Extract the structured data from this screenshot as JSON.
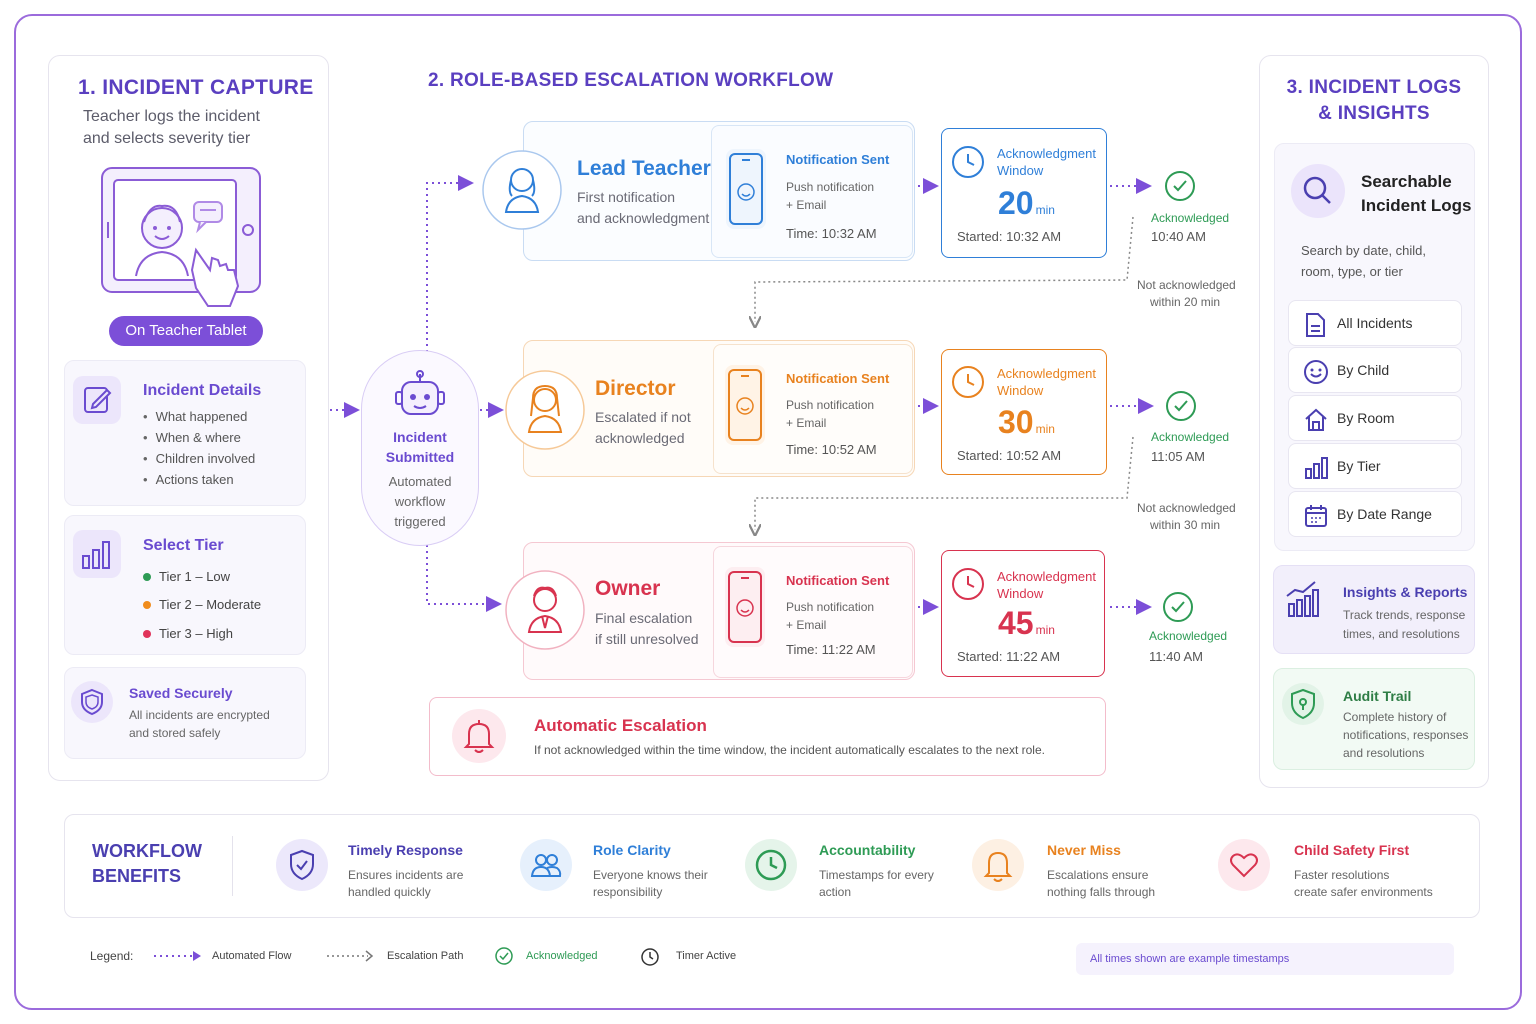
{
  "colors": {
    "accent": "#6a4bd0",
    "lead": "#2f7fd8",
    "director": "#e8821f",
    "owner": "#d8334f",
    "ack_green": "#2e9b55"
  },
  "capture": {
    "title": "1. INCIDENT CAPTURE",
    "subtitle_line1": "Teacher logs the incident",
    "subtitle_line2": "and selects severity tier",
    "tablet_label": "On Teacher Tablet",
    "details": {
      "title": "Incident Details",
      "items": [
        "What happened",
        "When & where",
        "Children involved",
        "Actions taken"
      ]
    },
    "tier": {
      "title": "Select Tier",
      "items": [
        {
          "label": "Tier 1 – Low",
          "color": "#2e9b55"
        },
        {
          "label": "Tier 2 – Moderate",
          "color": "#f08c1d"
        },
        {
          "label": "Tier 3 – High",
          "color": "#e0335a"
        }
      ]
    },
    "saved": {
      "title": "Saved Securely",
      "line1": "All incidents are encrypted",
      "line2": "and stored safely"
    }
  },
  "hub": {
    "title_line1": "Incident",
    "title_line2": "Submitted",
    "desc_line1": "Automated",
    "desc_line2": "workflow",
    "desc_line3": "triggered"
  },
  "workflow": {
    "title": "2. ROLE-BASED ESCALATION WORKFLOW",
    "roles": [
      {
        "name": "Lead Teacher",
        "desc_line1": "First notification",
        "desc_line2": "and acknowledgment",
        "notif_title": "Notification Sent",
        "notif_line1": "Push notification",
        "notif_line2": "+ Email",
        "notif_time": "Time: 10:32 AM",
        "ack_title_line1": "Acknowledgment",
        "ack_title_line2": "Window",
        "ack_value": "20",
        "ack_unit": "min",
        "ack_started": "Started:  10:32 AM",
        "ack_label": "Acknowledged",
        "ack_time": "10:40 AM",
        "escalate_line1": "Not acknowledged",
        "escalate_line2": "within 20 min"
      },
      {
        "name": "Director",
        "desc_line1": "Escalated if not",
        "desc_line2": "acknowledged",
        "notif_title": "Notification Sent",
        "notif_line1": "Push notification",
        "notif_line2": "+ Email",
        "notif_time": "Time: 10:52 AM",
        "ack_title_line1": "Acknowledgment",
        "ack_title_line2": "Window",
        "ack_value": "30",
        "ack_unit": "min",
        "ack_started": "Started:  10:52 AM",
        "ack_label": "Acknowledged",
        "ack_time": "11:05 AM",
        "escalate_line1": "Not acknowledged",
        "escalate_line2": "within 30 min"
      },
      {
        "name": "Owner",
        "desc_line1": "Final escalation",
        "desc_line2": "if still unresolved",
        "notif_title": "Notification Sent",
        "notif_line1": "Push notification",
        "notif_line2": "+ Email",
        "notif_time": "Time: 11:22 AM",
        "ack_title_line1": "Acknowledgment",
        "ack_title_line2": "Window",
        "ack_value": "45",
        "ack_unit": "min",
        "ack_started": "Started:  11:22 AM",
        "ack_label": "Acknowledged",
        "ack_time": "11:40 AM"
      }
    ],
    "auto": {
      "title": "Automatic Escalation",
      "desc": "If not acknowledged within the time window, the incident automatically escalates to the next role."
    }
  },
  "logs": {
    "title_line1": "3. INCIDENT LOGS",
    "title_line2": "& INSIGHTS",
    "search": {
      "title_line1": "Searchable",
      "title_line2": "Incident Logs",
      "desc_line1": "Search by date, child,",
      "desc_line2": "room, type, or tier"
    },
    "filters": [
      {
        "label": "All Incidents",
        "icon": "document-icon"
      },
      {
        "label": "By Child",
        "icon": "smiley-icon"
      },
      {
        "label": "By Room",
        "icon": "home-icon"
      },
      {
        "label": "By Tier",
        "icon": "bar-chart-icon"
      },
      {
        "label": "By Date Range",
        "icon": "calendar-icon"
      }
    ],
    "insights": {
      "title": "Insights & Reports",
      "line1": "Track trends, response",
      "line2": "times, and resolutions"
    },
    "audit": {
      "title": "Audit Trail",
      "line1": "Complete history of",
      "line2": "notifications, responses",
      "line3": "and resolutions"
    }
  },
  "benefits": {
    "title_line1": "WORKFLOW",
    "title_line2": "BENEFITS",
    "items": [
      {
        "title": "Timely Response",
        "line1": "Ensures incidents are",
        "line2": "handled quickly",
        "color": "#4a3fb0"
      },
      {
        "title": "Role Clarity",
        "line1": "Everyone knows their",
        "line2": "responsibility",
        "color": "#2f7fd8"
      },
      {
        "title": "Accountability",
        "line1": "Timestamps for every",
        "line2": "action",
        "color": "#2e9b55"
      },
      {
        "title": "Never Miss",
        "line1": "Escalations ensure",
        "line2": "nothing falls through",
        "color": "#e8821f"
      },
      {
        "title": "Child Safety First",
        "line1": "Faster resolutions",
        "line2": "create safer environments",
        "color": "#d8334f"
      }
    ]
  },
  "legend": {
    "label": "Legend:",
    "automated": "Automated Flow",
    "escalation": "Escalation Path",
    "acknowledged": "Acknowledged",
    "timer": "Timer Active",
    "note": "All times shown are example timestamps"
  }
}
